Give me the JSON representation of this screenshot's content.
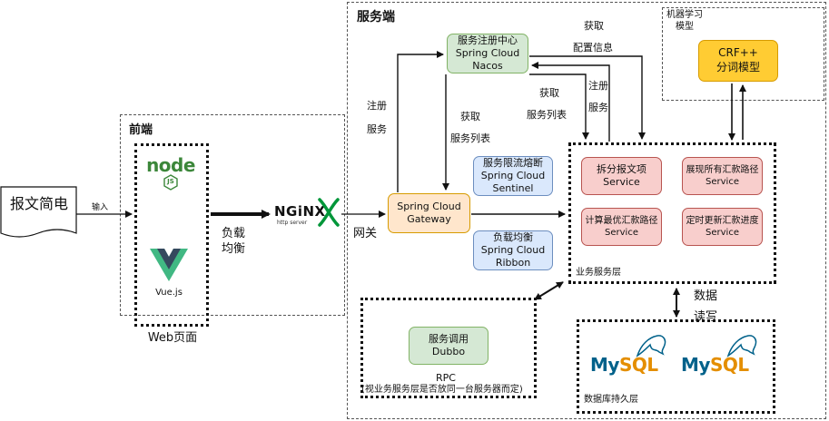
{
  "client": {
    "label": "报文简电",
    "input_label": "输入"
  },
  "frontend": {
    "title": "前端",
    "node_label": "node",
    "node_sub": "JS",
    "vue_label": "Vue.js",
    "web_label": "Web页面",
    "lb_label_1": "负载",
    "lb_label_2": "均衡"
  },
  "nginx": {
    "brand": "NGiNX",
    "sub": "http server",
    "gateway_label": "网关"
  },
  "server": {
    "title": "服务端",
    "nacos": [
      "服务注册中心",
      "Spring Cloud",
      "Nacos"
    ],
    "gateway": [
      "Spring Cloud",
      "Gateway"
    ],
    "sentinel": [
      "服务限流熔断",
      "Spring Cloud",
      "Sentinel"
    ],
    "ribbon": [
      "负载均衡",
      "Spring Cloud",
      "Ribbon"
    ],
    "gw_register": [
      "注册",
      "服务"
    ],
    "gw_fetch": [
      "获取",
      "服务列表"
    ],
    "svc_fetch": [
      "获取",
      "服务列表"
    ],
    "svc_register": [
      "注册",
      "服务"
    ],
    "svc_config": [
      "获取",
      "配置信息"
    ],
    "ml_title": [
      "机器学习",
      "模型"
    ],
    "crf": [
      "CRF++",
      "分词模型"
    ],
    "services": [
      [
        "拆分报文项",
        "Service"
      ],
      [
        "展现所有汇款路径",
        "Service"
      ],
      [
        "计算最优汇款路径",
        "Service"
      ],
      [
        "定时更新汇款进度",
        "Service"
      ]
    ],
    "business_layer": "业务服务层",
    "dubbo": [
      "服务调用",
      "Dubbo"
    ],
    "rpc_label": "RPC",
    "rpc_note": "(视业务服务层是否放同一台服务器而定)",
    "data_rw": [
      "数据",
      "读写"
    ],
    "db_layer": "数据库持久层",
    "mysql_my": "My",
    "mysql_sql": "SQL"
  },
  "colors": {
    "green_fill": "#d5e8d4",
    "blue_fill": "#dae8fc",
    "red_fill": "#f8cecc",
    "orange_fill": "#ffcc33",
    "gateway_fill": "#ffe6cc",
    "nginx_green": "#009639",
    "node_green": "#3c873a",
    "vue_green": "#41b883",
    "vue_dark": "#35495e"
  }
}
